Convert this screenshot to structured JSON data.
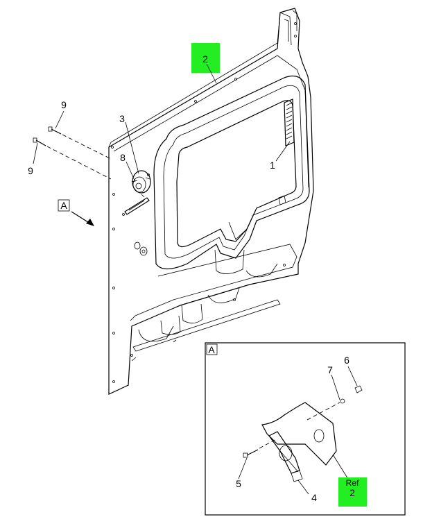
{
  "callouts": {
    "c1": "1",
    "c2": "2",
    "c3": "3",
    "c4": "4",
    "c5": "5",
    "c6": "6",
    "c7": "7",
    "c8": "8",
    "c9a": "9",
    "c9b": "9"
  },
  "view_label": "A",
  "detail_view_label": "A",
  "ref_label": "Ref",
  "ref_number": "2",
  "colors": {
    "highlight": "#22ee22",
    "line": "#000000",
    "background": "#ffffff"
  }
}
